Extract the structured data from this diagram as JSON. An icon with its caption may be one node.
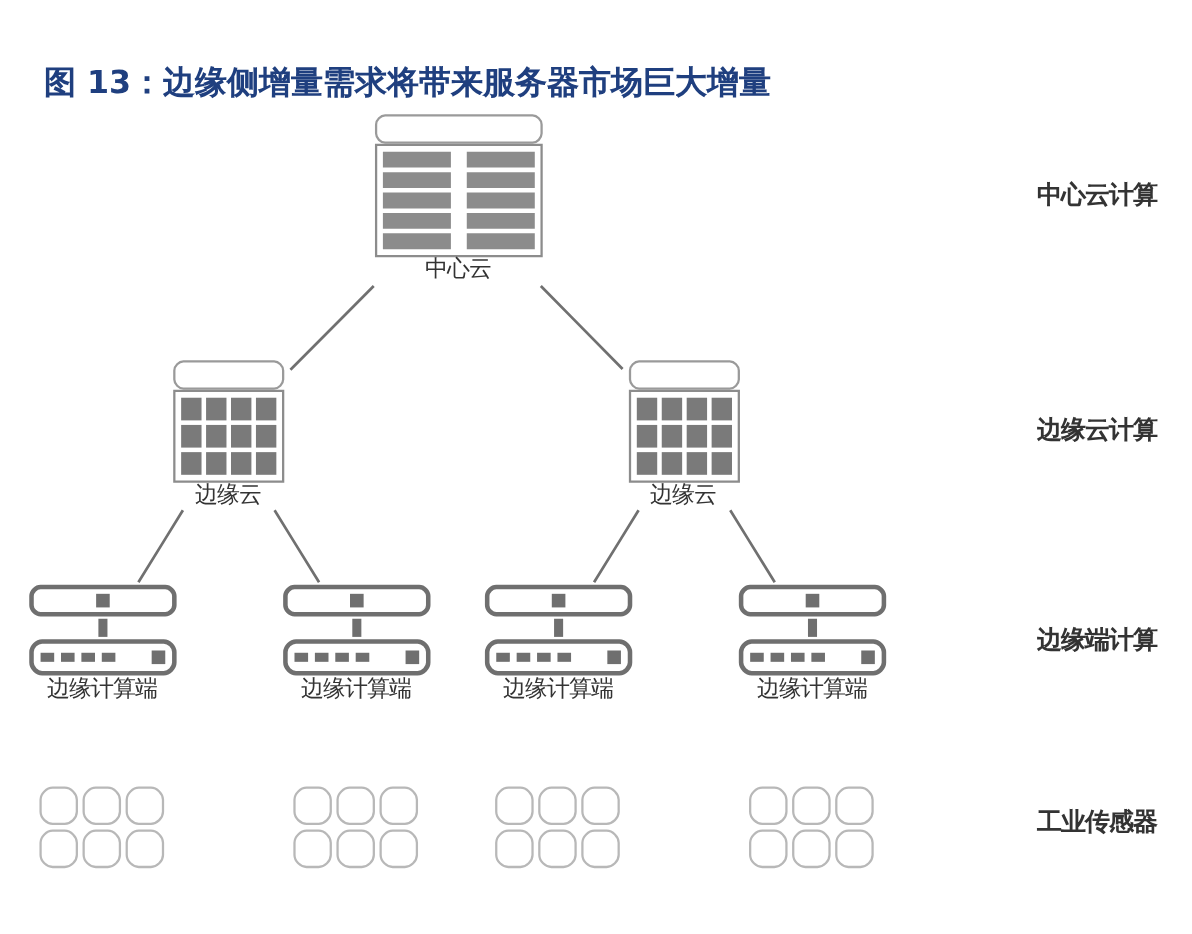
{
  "diagram": {
    "title": "图 13：边缘侧增量需求将带来服务器市场巨大增量",
    "nodes": [
      {
        "text": [
          "中心云"
        ]
      },
      {
        "text": [
          "边缘云"
        ]
      },
      {
        "text": [
          "边缘云"
        ]
      },
      {
        "text": [
          "边缘计算端"
        ]
      },
      {
        "text": [
          "边缘计算端"
        ]
      },
      {
        "text": [
          "边缘计算端"
        ]
      },
      {
        "text": [
          "边缘计算端"
        ]
      },
      {
        "text": [],
        "shape": "picture"
      },
      {
        "text": [],
        "shape": "picture"
      },
      {
        "text": [],
        "shape": "picture"
      },
      {
        "text": [],
        "shape": "picture"
      }
    ],
    "edges": [
      {
        "from": 0,
        "to": 1,
        "arrow": "none"
      },
      {
        "from": 0,
        "to": 2,
        "arrow": "none"
      },
      {
        "from": 1,
        "to": 3,
        "arrow": "none"
      },
      {
        "from": 1,
        "to": 4,
        "arrow": "none"
      },
      {
        "from": 2,
        "to": 5,
        "arrow": "none"
      },
      {
        "from": 2,
        "to": 6,
        "arrow": "none"
      }
    ],
    "labels": [
      "中心云计算",
      "边缘云计算",
      "边缘端计算",
      "工业传感器"
    ]
  }
}
